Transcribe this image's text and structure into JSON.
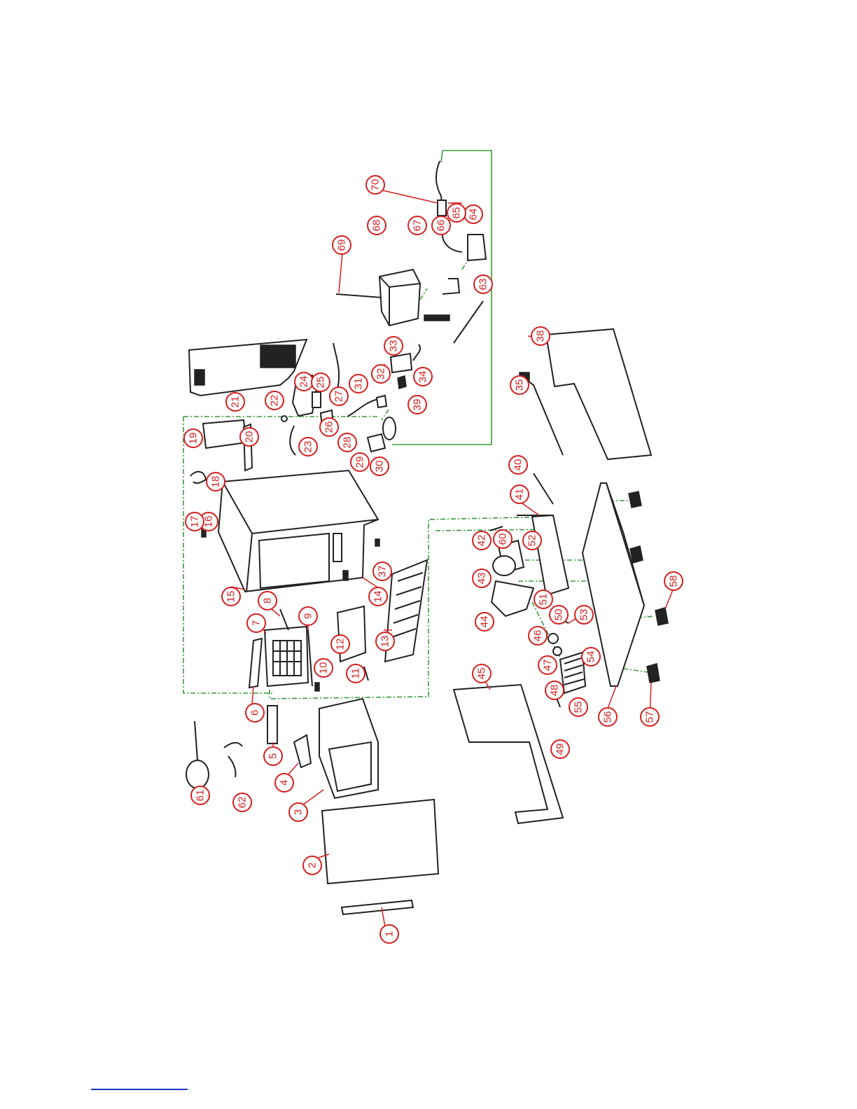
{
  "callouts": [
    "1",
    "2",
    "3",
    "4",
    "5",
    "6",
    "7",
    "8",
    "9",
    "10",
    "11",
    "12",
    "13",
    "14",
    "15",
    "16",
    "17",
    "18",
    "19",
    "20",
    "21",
    "22",
    "23",
    "24",
    "25",
    "26",
    "27",
    "28",
    "29",
    "30",
    "31",
    "32",
    "33",
    "34",
    "35",
    "37",
    "38",
    "39",
    "40",
    "41",
    "42",
    "43",
    "44",
    "45",
    "46",
    "47",
    "48",
    "49",
    "50",
    "51",
    "52",
    "53",
    "54",
    "55",
    "56",
    "57",
    "58",
    "60",
    "61",
    "62",
    "63",
    "64",
    "65",
    "66",
    "67",
    "68",
    "69",
    "70"
  ],
  "colors": {
    "callout": "#d42020",
    "guide": "#3a9a3a",
    "line": "#222222",
    "footer_rule": "#2233cc"
  }
}
